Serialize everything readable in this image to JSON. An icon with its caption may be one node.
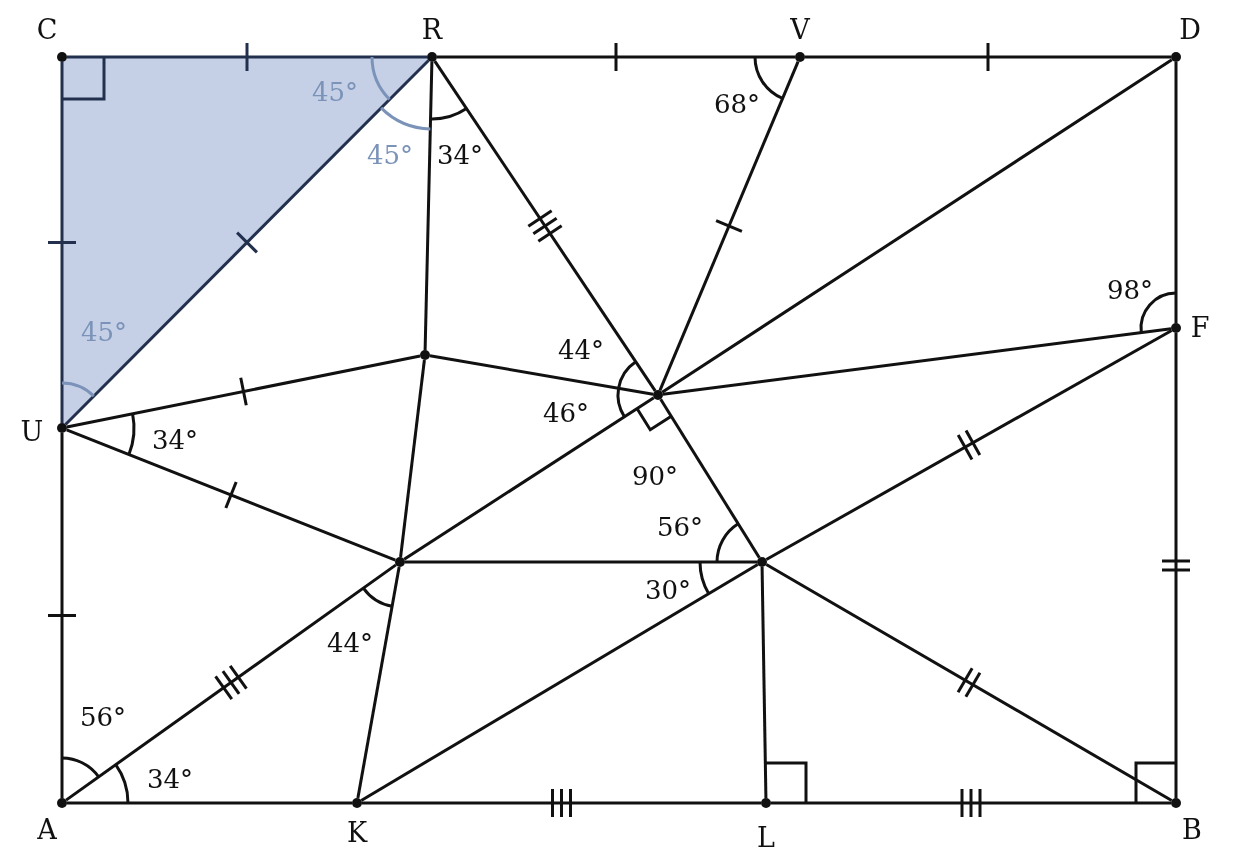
{
  "diagram": {
    "nodes": [
      {
        "text": [
          "C"
        ]
      },
      {
        "text": [
          "R"
        ]
      },
      {
        "text": [
          "V"
        ]
      },
      {
        "text": [
          "D"
        ]
      },
      {
        "text": [
          "F"
        ]
      },
      {
        "text": [],
        "shape": "circle"
      },
      {
        "text": [],
        "shape": "circle"
      },
      {
        "text": [
          "U"
        ]
      },
      {
        "text": [],
        "shape": "circle"
      },
      {
        "text": [],
        "shape": "circle"
      },
      {
        "text": [
          "A"
        ]
      },
      {
        "text": [
          "K"
        ]
      },
      {
        "text": [
          "L"
        ]
      },
      {
        "text": [
          "B"
        ]
      }
    ],
    "edges": [
      {
        "from": 0,
        "to": 1,
        "arrow": "none",
        "color": "#22304d"
      },
      {
        "from": 1,
        "to": 2,
        "arrow": "none"
      },
      {
        "from": 2,
        "to": 3,
        "arrow": "none"
      },
      {
        "from": 3,
        "to": 4,
        "arrow": "none"
      },
      {
        "from": 4,
        "to": 13,
        "arrow": "none"
      },
      {
        "from": 0,
        "to": 7,
        "arrow": "none",
        "color": "#22304d"
      },
      {
        "from": 7,
        "to": 10,
        "arrow": "none"
      },
      {
        "from": 10,
        "to": 11,
        "arrow": "none"
      },
      {
        "from": 11,
        "to": 12,
        "arrow": "none"
      },
      {
        "from": 12,
        "to": 13,
        "arrow": "none"
      },
      {
        "from": 7,
        "to": 1,
        "arrow": "none",
        "color": "#22304d"
      },
      {
        "from": 1,
        "to": 5,
        "arrow": "none"
      },
      {
        "from": 5,
        "to": 8,
        "arrow": "none"
      },
      {
        "from": 8,
        "to": 11,
        "arrow": "none"
      },
      {
        "from": 7,
        "to": 5,
        "arrow": "none"
      },
      {
        "from": 5,
        "to": 6,
        "arrow": "none"
      },
      {
        "from": 7,
        "to": 8,
        "arrow": "none"
      },
      {
        "from": 1,
        "to": 6,
        "arrow": "none"
      },
      {
        "from": 6,
        "to": 9,
        "arrow": "none"
      },
      {
        "from": 2,
        "to": 6,
        "arrow": "none"
      },
      {
        "from": 3,
        "to": 6,
        "arrow": "none"
      },
      {
        "from": 4,
        "to": 6,
        "arrow": "none"
      },
      {
        "from": 10,
        "to": 8,
        "arrow": "none"
      },
      {
        "from": 8,
        "to": 6,
        "arrow": "none"
      },
      {
        "from": 8,
        "to": 9,
        "arrow": "none"
      },
      {
        "from": 11,
        "to": 9,
        "arrow": "none"
      },
      {
        "from": 9,
        "to": 4,
        "arrow": "none"
      },
      {
        "from": 9,
        "to": 12,
        "arrow": "none"
      },
      {
        "from": 9,
        "to": 13,
        "arrow": "none"
      }
    ],
    "labels": [
      "45°",
      "68°",
      "45°",
      "34°",
      "98°",
      "45°",
      "44°",
      "34°",
      "46°",
      "90°",
      "56°",
      "30°",
      "44°",
      "56°",
      "34°"
    ]
  }
}
